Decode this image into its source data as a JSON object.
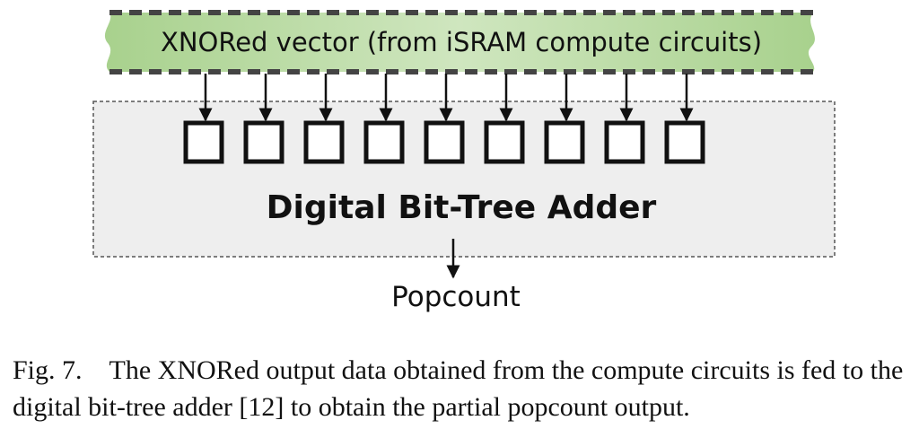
{
  "diagram": {
    "input_label": "XNORed vector (from iSRAM compute circuits)",
    "block_label": "Digital Bit-Tree Adder",
    "output_label": "Popcount",
    "input_bit_count": 9,
    "colors": {
      "vector_fill": "#a8d18d",
      "vector_fill_light": "#d2e9c2",
      "vector_border": "#444444",
      "block_fill": "#eeeeee",
      "block_border": "#555555",
      "ink": "#111111"
    }
  },
  "caption": {
    "fig_label": "Fig. 7.",
    "text": "The XNORed output data obtained from the compute circuits is fed to the digital bit-tree adder [12] to obtain the partial popcount output."
  }
}
